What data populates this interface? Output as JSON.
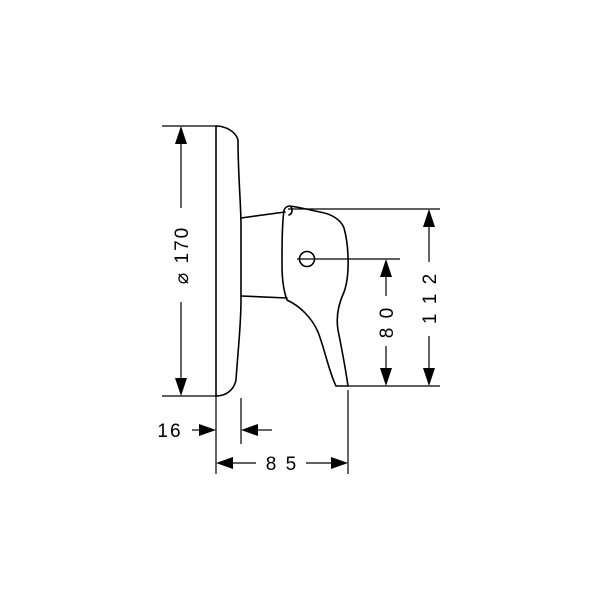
{
  "dimensions": {
    "diameter_label": "⌀ 170",
    "height_label": "1 1 2",
    "axis_height_label": "8 0",
    "plate_depth_label": "16",
    "total_depth_label": "8 5"
  },
  "colors": {
    "line": "#000000",
    "background": "#ffffff"
  }
}
